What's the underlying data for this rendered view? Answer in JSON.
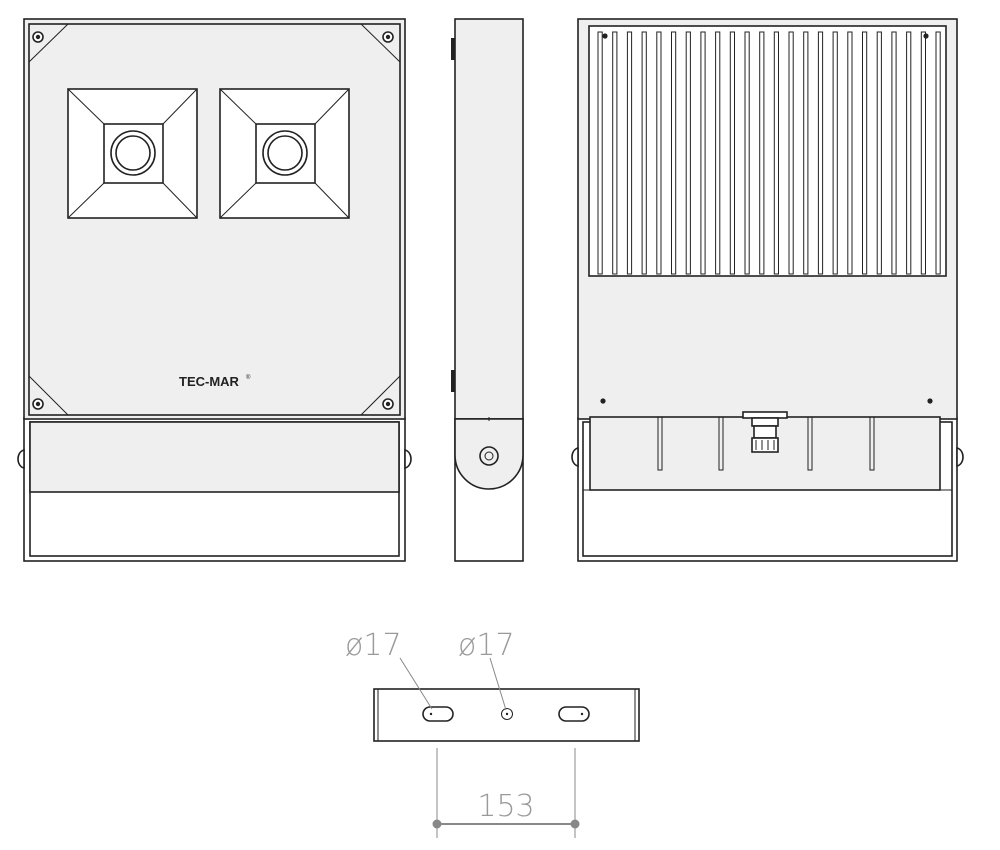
{
  "brand": {
    "name": "TEC-MAR",
    "registered_mark": "®"
  },
  "dimensions": {
    "slot_hole_diameter": "ø17",
    "center_hole_diameter": "ø17",
    "slot_spacing": "153"
  },
  "views": [
    "front-view",
    "side-view",
    "rear-view",
    "bracket-bottom-view"
  ],
  "colors": {
    "body_fill": "#efefef",
    "outline": "#222222",
    "dimension": "#9a9a9a"
  }
}
